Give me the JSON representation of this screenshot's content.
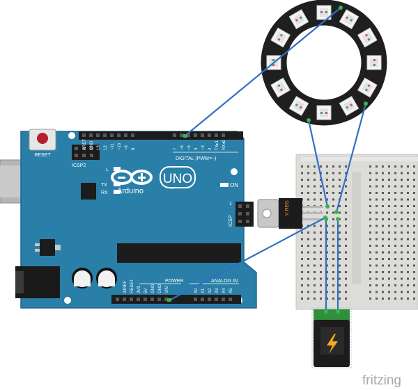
{
  "arduino": {
    "reset_label": "RESET",
    "icsp2_label": "ICSP2",
    "icsp_label": "ICSP",
    "digital_label": "DIGITAL (PWM=~)",
    "logo_text": "Arduino",
    "tm_mark": "TM",
    "model": "UNO",
    "led_l": "L",
    "led_tx": "TX",
    "led_rx": "RX",
    "on_label": "ON",
    "power_label": "POWER",
    "analog_label": "ANALOG IN",
    "icsp_pin1": "1",
    "digital_pins": [
      "AREF",
      "GND",
      "13",
      "12",
      "~11",
      "~10",
      "~9",
      "8",
      "7",
      "~6",
      "~5",
      "4",
      "~3",
      "2",
      "TX▸1",
      "RX◂0"
    ],
    "power_pins": [
      "IOREF",
      "RESET",
      "3V3",
      "5V",
      "GND",
      "GND",
      "VIN"
    ],
    "analog_pins": [
      "A0",
      "A1",
      "A2",
      "A3",
      "A4",
      "A5"
    ]
  },
  "regulator": {
    "label": "V REG"
  },
  "watermark": "fritzing",
  "colors": {
    "board": "#2a7fa8",
    "wire": "#2f6fc4",
    "breadboard": "#dcdcd8",
    "ring": "#1f1f1f",
    "jack_board": "#2f8f3a",
    "bolt": "#f5a623"
  }
}
